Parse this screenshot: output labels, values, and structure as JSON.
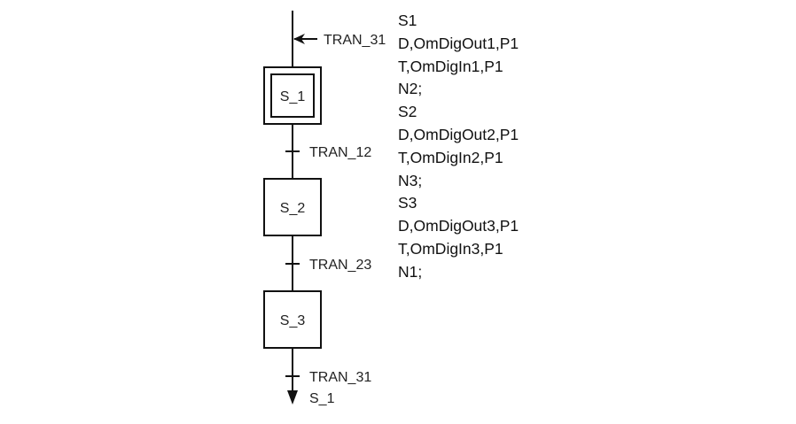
{
  "diagram": {
    "entry_transition": "TRAN_31",
    "steps": [
      {
        "label": "S_1",
        "initial": true
      },
      {
        "label": "S_2",
        "initial": false
      },
      {
        "label": "S_3",
        "initial": false
      }
    ],
    "transitions": [
      {
        "label": "TRAN_12"
      },
      {
        "label": "TRAN_23"
      },
      {
        "label": "TRAN_31"
      }
    ],
    "exit_target": "S_1"
  },
  "code_lines": [
    "S1",
    "D,OmDigOut1,P1",
    "T,OmDigIn1,P1",
    "N2;",
    "S2",
    "D,OmDigOut2,P1",
    "T,OmDigIn2,P1",
    "N3;",
    "S3",
    "D,OmDigOut3,P1",
    "T,OmDigIn3,P1",
    "N1;"
  ]
}
